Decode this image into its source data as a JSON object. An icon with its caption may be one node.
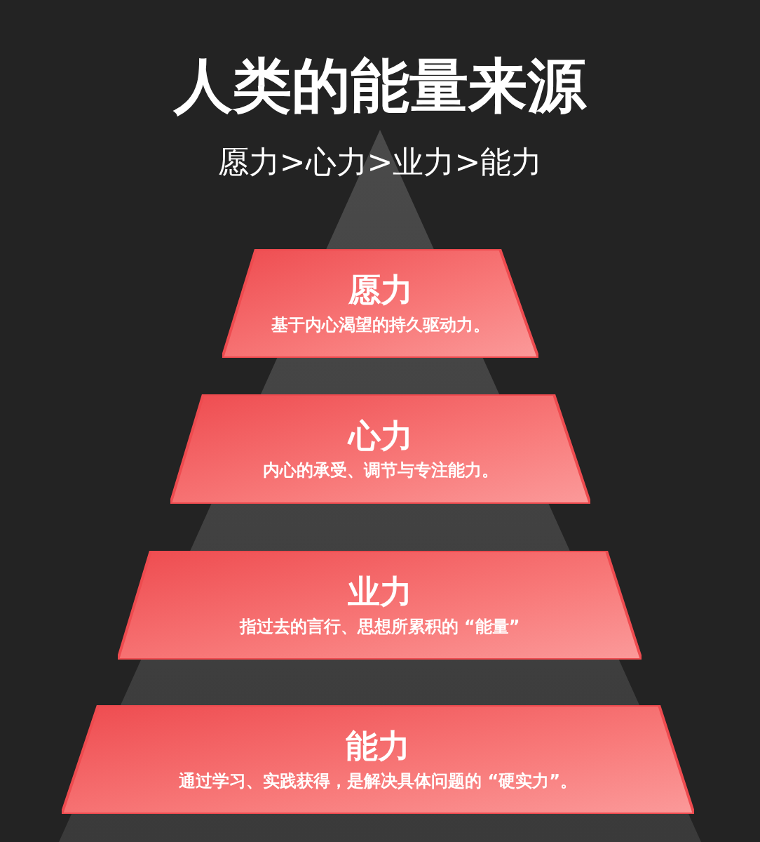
{
  "diagram": {
    "title": "人类的能量来源",
    "nodes": [
      {
        "text": [
          "愿力",
          "基于内心渴望的持久驱动力。"
        ]
      },
      {
        "text": [
          "心力",
          "内心的承受、调节与专注能力。"
        ]
      },
      {
        "text": [
          "业力",
          "指过去的言行、思想所累积的 “能量”"
        ]
      },
      {
        "text": [
          "能力",
          "通过学习、实践获得，是解决具体问题的 “硬实力”。"
        ]
      }
    ],
    "labels": [
      "愿力>心力>业力>能力"
    ]
  }
}
